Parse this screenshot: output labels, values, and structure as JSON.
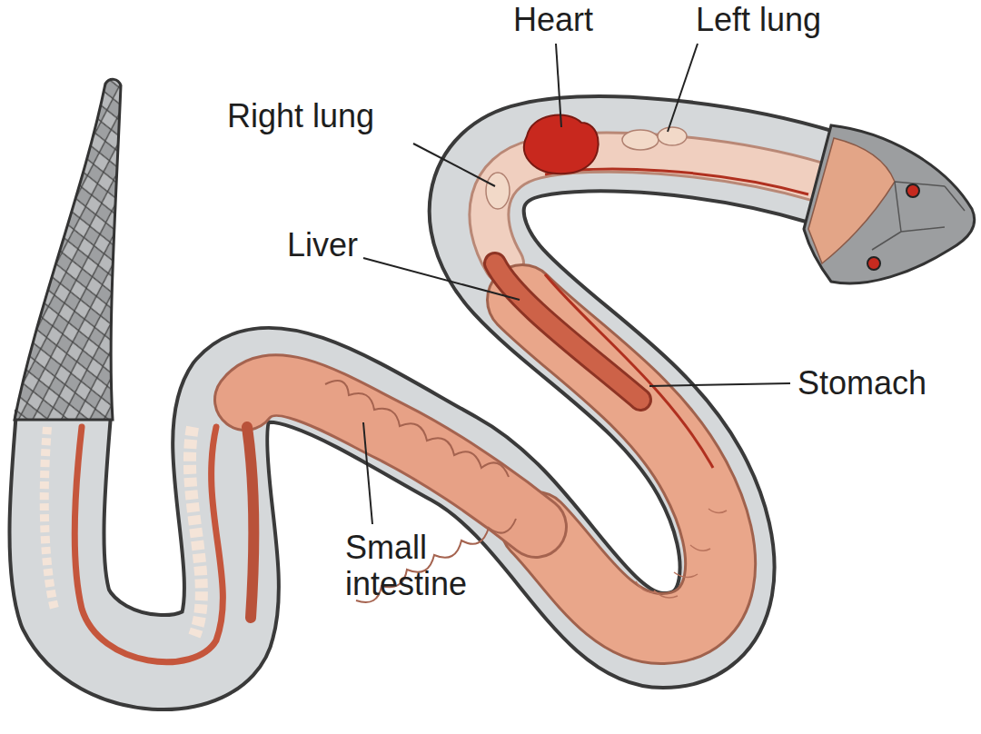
{
  "diagram": {
    "labels": [
      "Heart",
      "Left lung",
      "Right lung",
      "Liver",
      "Stomach",
      "Small intestine"
    ]
  }
}
